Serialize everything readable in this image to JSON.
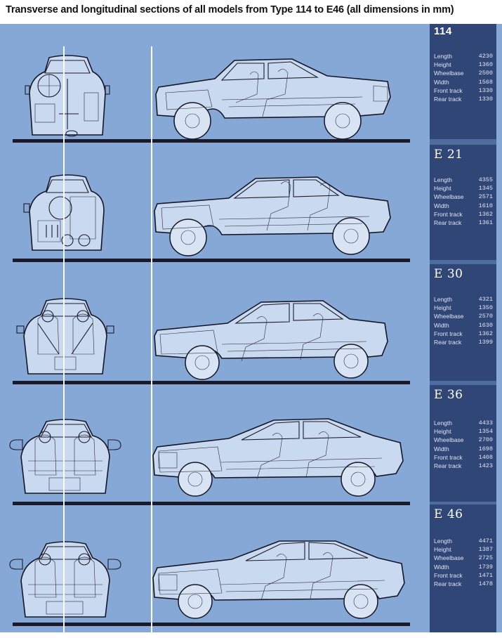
{
  "title": "Transverse and longitudinal sections of all models from Type 114 to E46 (all dimensions in mm)",
  "labels": {
    "length": "Length",
    "height": "Height",
    "wheelbase": "Wheelbase",
    "width": "Width",
    "front_track": "Front track",
    "rear_track": "Rear track"
  },
  "models": [
    {
      "name": "114",
      "length": "4230",
      "height": "1360",
      "wheelbase": "2500",
      "width": "1568",
      "front_track": "1330",
      "rear_track": "1330"
    },
    {
      "name": "E 21",
      "length": "4355",
      "height": "1345",
      "wheelbase": "2571",
      "width": "1610",
      "front_track": "1362",
      "rear_track": "1361"
    },
    {
      "name": "E 30",
      "length": "4321",
      "height": "1350",
      "wheelbase": "2570",
      "width": "1630",
      "front_track": "1362",
      "rear_track": "1399"
    },
    {
      "name": "E 36",
      "length": "4433",
      "height": "1354",
      "wheelbase": "2700",
      "width": "1698",
      "front_track": "1408",
      "rear_track": "1423"
    },
    {
      "name": "E 46",
      "length": "4471",
      "height": "1387",
      "wheelbase": "2725",
      "width": "1739",
      "front_track": "1471",
      "rear_track": "1478"
    }
  ]
}
